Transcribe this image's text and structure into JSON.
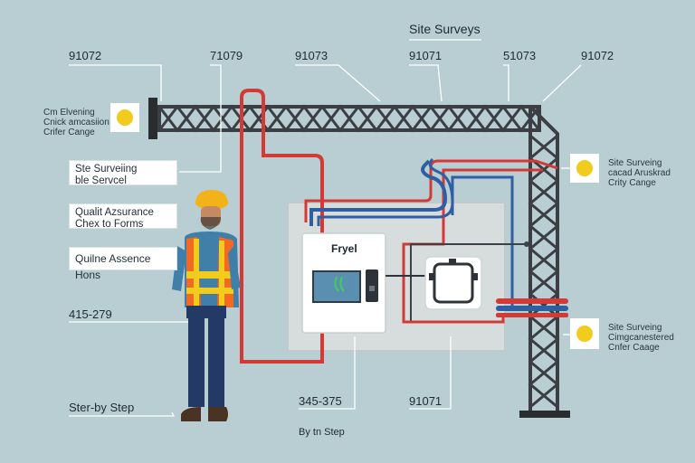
{
  "title": "Site Surveys",
  "top_codes": [
    "91072",
    "71079",
    "91073",
    "91071",
    "51073",
    "91072"
  ],
  "left_notes": {
    "note1": [
      "Cm Elvening",
      "Cnick amcasiion",
      "Crifer Cange"
    ],
    "box1": [
      "Ste Surveiing",
      "ble Servcel"
    ],
    "box2": [
      "Qualit Azsurance",
      "Chex to Forms"
    ],
    "box3": "Quilne Assence Hons"
  },
  "right_notes": {
    "note1": [
      "Site Surveing",
      "cacad Aruskrad",
      "Crity Cange"
    ],
    "note2": [
      "Site Surveing",
      "Cimgcanestered",
      "Cnfer Caage"
    ]
  },
  "bottom_labels": {
    "left_code": "415-279",
    "step_by_step": "Ster-by Step",
    "center_code": "345-375",
    "center_sub": "By tn Step",
    "right_code": "91071"
  },
  "device_label": "Fryel",
  "colors": {
    "background": "#b9ced2",
    "truss": "#3b3f43",
    "red_line": "#d33a36",
    "blue_line": "#2f5ea3",
    "vest": "#f26a21",
    "helmet": "#f2b21a",
    "sun": "#f2cc1d"
  }
}
